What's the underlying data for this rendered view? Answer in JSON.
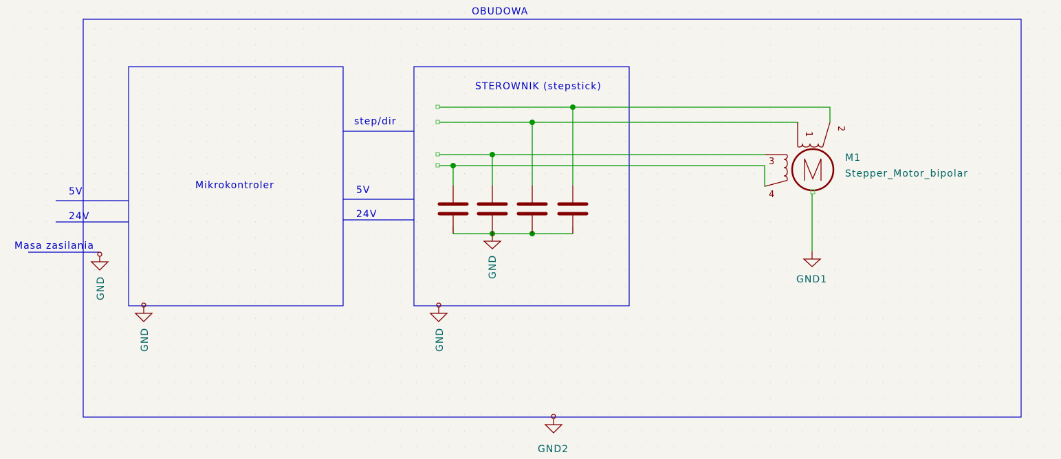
{
  "schematic": {
    "enclosure": {
      "label": "OBUDOWA"
    },
    "microcontroller": {
      "label": "Mikrokontroler"
    },
    "driver": {
      "label": "STEROWNIK (stepstick)"
    },
    "nets": {
      "in_5v": "5V",
      "in_24v": "24V",
      "ground_supply": "Masa zasilania",
      "step_dir": "step/dir",
      "drv_5v": "5V",
      "drv_24v": "24V"
    },
    "power_symbols": {
      "gnd_supply": "GND",
      "gnd_mcu": "GND",
      "gnd_driver": "GND",
      "gnd_caps": "GND",
      "gnd_motor": "GND1",
      "gnd_enclosure": "GND2"
    },
    "motor": {
      "reference": "M1",
      "value": "Stepper_Motor_bipolar",
      "glyph": "M",
      "pins": [
        "1",
        "2",
        "3",
        "4"
      ]
    },
    "capacitors": {
      "count": 4
    },
    "colors": {
      "background": "#f5f4ef",
      "sheet_border": "#0000c4",
      "wire": "#009600",
      "symbol": "#840000",
      "field_text": "#006464"
    }
  }
}
